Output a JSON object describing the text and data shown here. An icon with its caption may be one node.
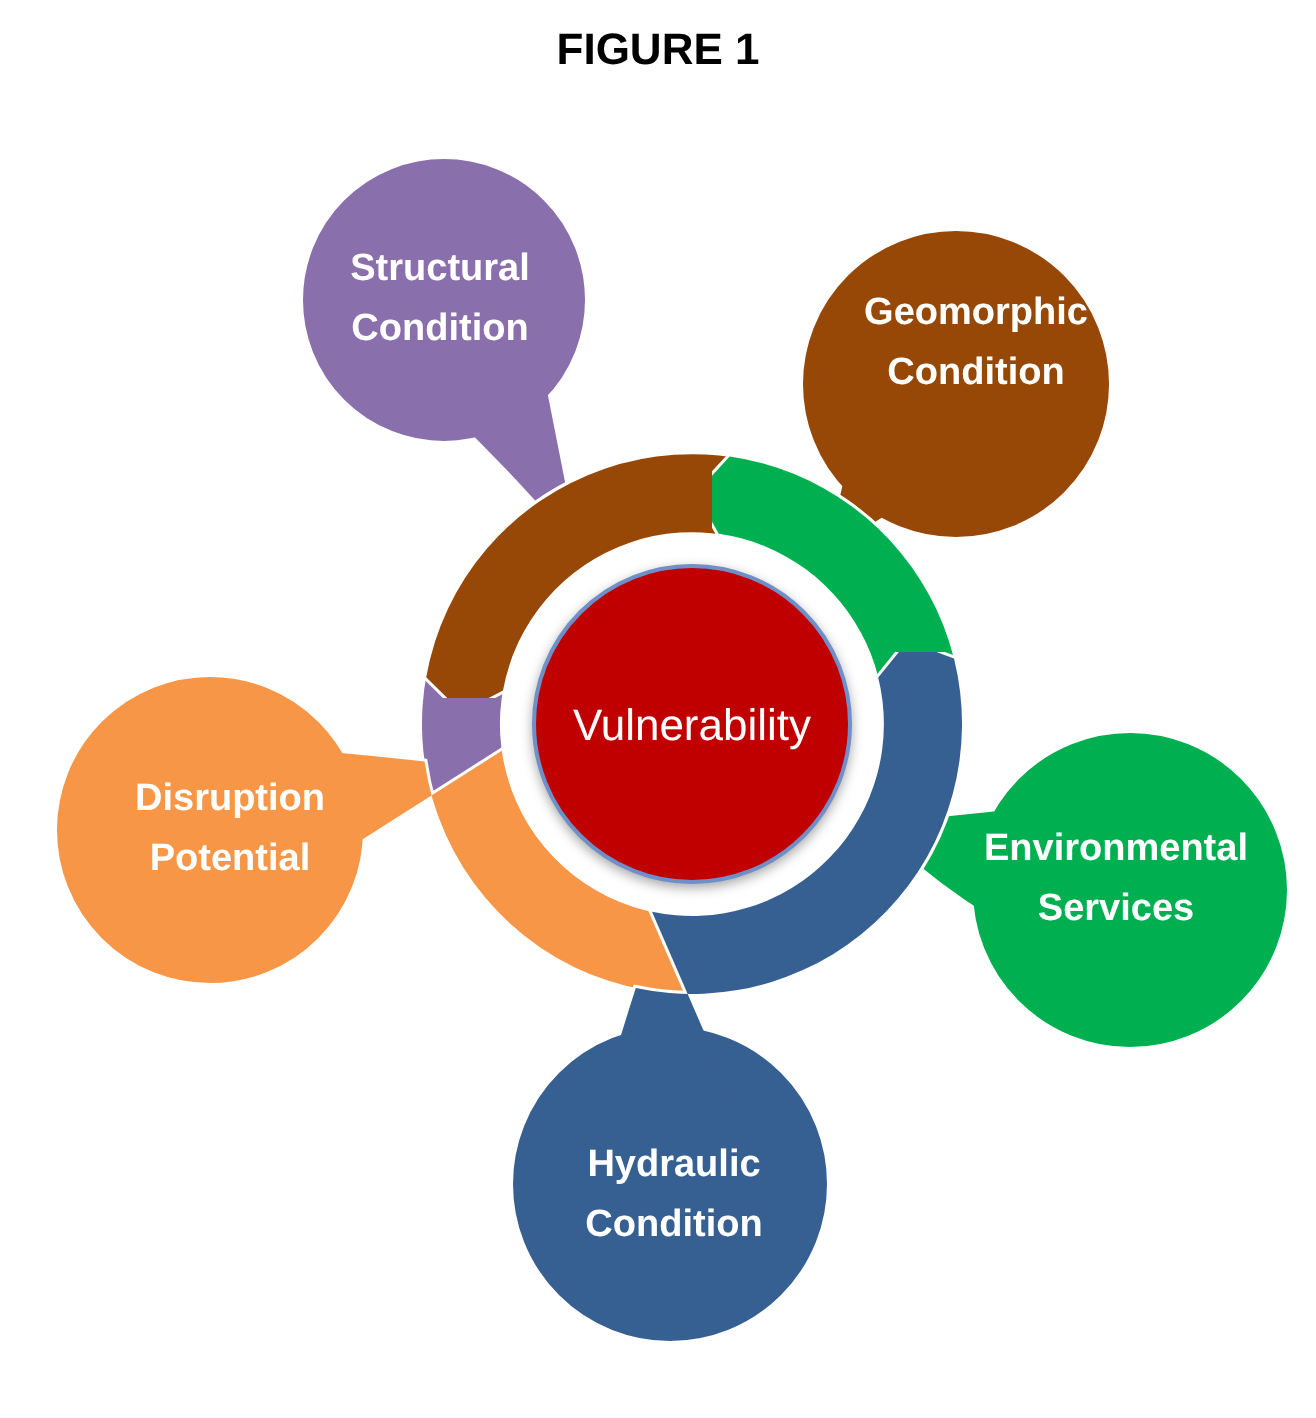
{
  "diagram": {
    "title": "FIGURE 1",
    "nodes": [
      {
        "text": [
          "Structural Condition"
        ]
      },
      {
        "text": [
          "Geomorphic Condition"
        ]
      },
      {
        "text": [
          "Vulnerability"
        ]
      },
      {
        "text": [
          "Disruption Potential"
        ]
      },
      {
        "text": [
          "Environmental Services"
        ]
      },
      {
        "text": [
          "Hydraulic Condition"
        ]
      }
    ]
  }
}
